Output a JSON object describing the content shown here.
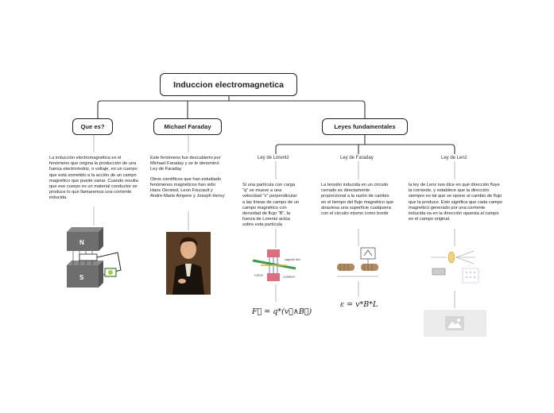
{
  "root": {
    "title": "Induccion electromagnetica"
  },
  "branches": {
    "que_es": {
      "label": "Que es?",
      "text": "La inducción electromagnética es el fenómeno que origina la producción de una fuerza electromotriz, o voltaje, en un cuerpo que está sometido a la acción de un campo magnético que puede variar. Cuando resulta que ese cuerpo es un material conductor se produce lo que llamaremos una corriente inducida.",
      "magnet_labels": {
        "north": "N",
        "south": "S"
      }
    },
    "faraday": {
      "label": "Michael Faraday",
      "text1": "Este fenómeno fue descubierto por Michael Faraday y se le denominó Ley de Faraday",
      "text2": "Otros científicos que han estudiado fenómenos magnéticos han sido Hans Oersted, Leon Foucault y Andre-Marie Ampere y Joseph Henry"
    },
    "leyes": {
      "label": "Leyes fundamentales",
      "lorentz": {
        "label": "Ley de Lorentz",
        "text": "Si una partícula con carga \"q\" se mueve a una velocidad \"v\" perpendicular a las líneas de campo de un campo magnético con densidad de flujo \"B\", la fuerza de Lorentz actúa sobre esta partícula",
        "formula": "F⃗ = q*(v⃗∧B⃗)",
        "figure_labels": [
          "magnetic field",
          "FORCE",
          "CURRENT"
        ]
      },
      "faraday_law": {
        "label": "Ley de Faraday",
        "text": "La tensión inducida en un circuito cerrado es directamente proporcional a la razón de cambio en el tiempo del flujo magnético que atraviesa una superficie cualquiera con el circuito mismo como borde",
        "formula": "ε = v*B*L"
      },
      "lenz": {
        "label": "Ley de Lenz",
        "text": "la ley de Lenz nos dice en qué dirección fluye la corriente, y establece que la dirección siempre es tal que se opone al cambio de flujo que la produce. Esto significa que cada campo magnético generado por una corriente inducida va en la dirección opuesta al campo en el campo original."
      }
    }
  },
  "colors": {
    "line": "#333333",
    "accent_red": "#d9536a",
    "accent_green": "#3a9d4a",
    "portrait_bg": "#6b4a2e"
  }
}
